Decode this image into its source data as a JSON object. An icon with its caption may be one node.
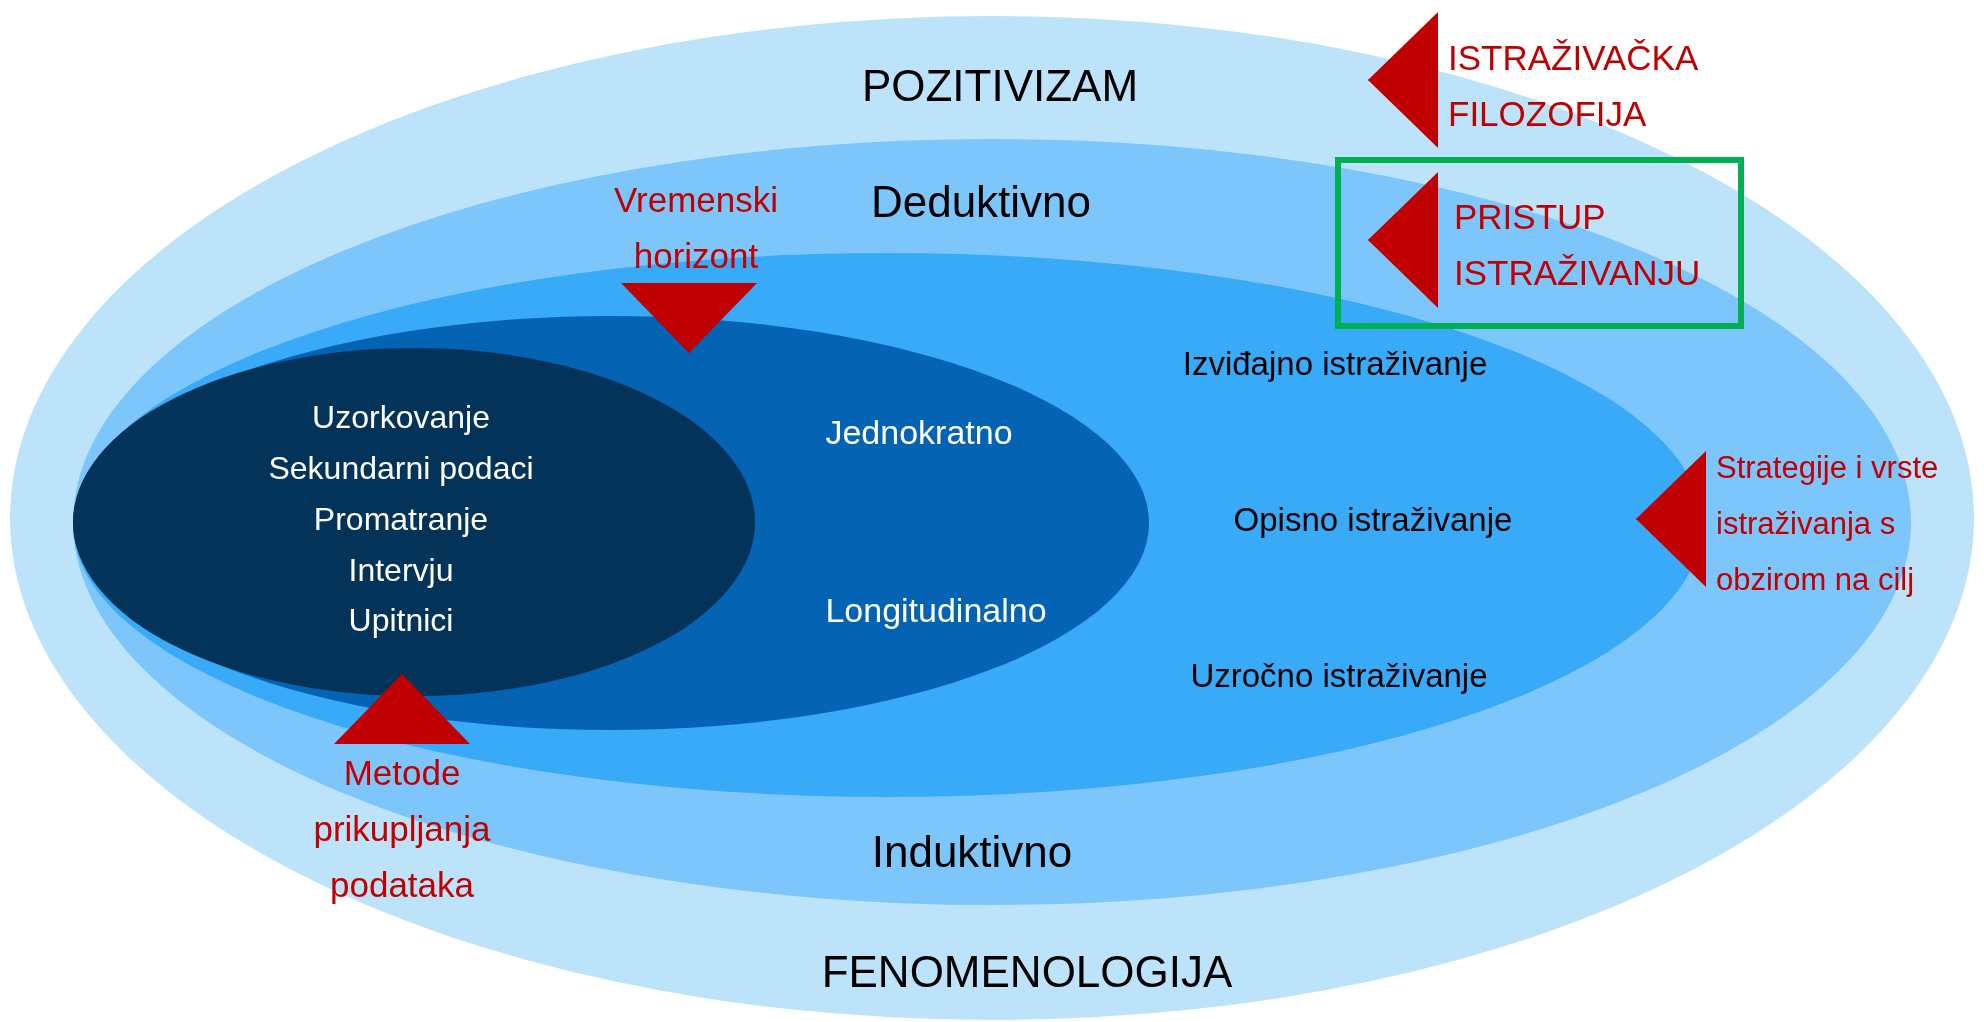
{
  "diagram": {
    "nodes": [
      {
        "text": [
          "POZITIVIZAM",
          "FENOMENOLOGIJA"
        ]
      },
      {
        "text": [
          "Deduktivno",
          "Induktivno"
        ],
        "in": 0
      },
      {
        "text": [
          "Izviđajno istraživanje",
          "Opisno istraživanje",
          "Uzročno istraživanje"
        ],
        "in": 1
      },
      {
        "text": [
          "Jednokratno",
          "Longitudinalno"
        ],
        "in": 2
      },
      {
        "text": [
          "Uzorkovanje",
          "Sekundarni podaci",
          "Promatranje",
          "Intervju",
          "Upitnici"
        ],
        "in": 3
      },
      {
        "text": [
          "ISTRAŽIVAČKA FILOZOFIJA"
        ]
      },
      {
        "text": [],
        "shape": "box",
        "in": 1
      },
      {
        "text": [
          "PRISTUP ISTRAŽIVANJU"
        ],
        "in": 6
      },
      {
        "text": [
          "Vremenski horizont"
        ],
        "in": 1
      },
      {
        "text": [
          "Strategije i vrste istraživanja s obzirom na cilj"
        ],
        "in": 1
      },
      {
        "text": [
          "Metode prikupljanja podataka"
        ],
        "in": 0
      }
    ],
    "edges": [
      {
        "from": 5,
        "to": 0,
        "arrow": "to"
      },
      {
        "from": 7,
        "to": 1,
        "arrow": "to"
      },
      {
        "from": 8,
        "to": 3,
        "arrow": "to"
      },
      {
        "from": 10,
        "to": 4,
        "arrow": "to"
      },
      {
        "from": 9,
        "to": 2,
        "arrow": "to"
      }
    ]
  }
}
